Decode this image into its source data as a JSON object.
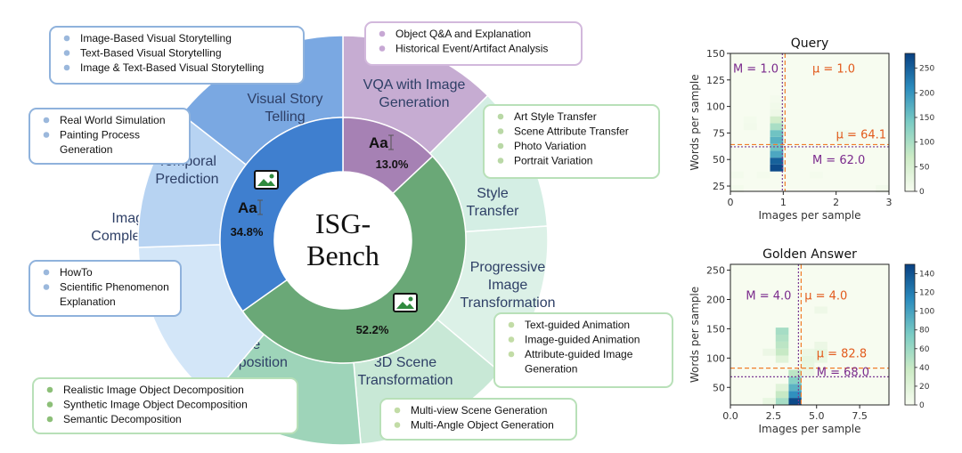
{
  "center_title": [
    "ISG-",
    "Bench"
  ],
  "inner_ring": [
    {
      "pct": "34.8%",
      "value": 34.8,
      "color": "#3f7fcf",
      "icon": "text-and-image-icon",
      "glyph": "Aa"
    },
    {
      "pct": "13.0%",
      "value": 13.0,
      "color": "#a681b4",
      "icon": "text-icon",
      "glyph": "Aa"
    },
    {
      "pct": "52.2%",
      "value": 52.2,
      "color": "#6aa877",
      "icon": "image-icon",
      "glyph": ""
    }
  ],
  "outer_ring": [
    {
      "name": "vqa",
      "lines": [
        "VQA with Image",
        "Generation"
      ],
      "color": "#c6acd2"
    },
    {
      "name": "style",
      "lines": [
        "Style",
        "Transfer"
      ],
      "color": "#d4eee4"
    },
    {
      "name": "progressive",
      "lines": [
        "Progressive",
        "Image",
        "Transformation"
      ],
      "color": "#dcf1e7"
    },
    {
      "name": "scene3d",
      "lines": [
        "3D Scene",
        "Transformation"
      ],
      "color": "#c8e8d6"
    },
    {
      "name": "decomposition",
      "lines": [
        "Image",
        "Decomposition"
      ],
      "color": "#9ed4b9"
    },
    {
      "name": "complementation",
      "lines": [
        "Image-Text",
        "Complementation"
      ],
      "color": "#d3e6f8"
    },
    {
      "name": "temporal",
      "lines": [
        "Temporal",
        "Prediction"
      ],
      "color": "#b7d3f2"
    },
    {
      "name": "storytelling",
      "lines": [
        "Visual Story",
        "Telling"
      ],
      "color": "#7aa8e2"
    }
  ],
  "callouts": [
    {
      "name": "storytelling",
      "border": "#8fb2dc",
      "dot": "#9bb8dc",
      "items": [
        "Image-Based Visual Storytelling",
        "Text-Based Visual Storytelling",
        "Image & Text-Based Visual Storytelling"
      ]
    },
    {
      "name": "vqa",
      "border": "#d2b8dc",
      "dot": "#c7a8d4",
      "items": [
        "Object Q&A and Explanation",
        "Historical Event/Artifact Analysis"
      ]
    },
    {
      "name": "temporal",
      "border": "#8fb2dc",
      "dot": "#9bb8dc",
      "items": [
        "Real World Simulation",
        "Painting Process",
        "Generation"
      ]
    },
    {
      "name": "style",
      "border": "#b8e0b8",
      "dot": "#b9d8a6",
      "items": [
        "Art Style Transfer",
        "Scene Attribute Transfer",
        "Photo Variation",
        "Portrait Variation"
      ]
    },
    {
      "name": "complementation",
      "border": "#8fb2dc",
      "dot": "#9bb8dc",
      "items": [
        "HowTo",
        "Scientific Phenomenon",
        "Explanation"
      ]
    },
    {
      "name": "progressive",
      "border": "#b8e0b8",
      "dot": "#c2dca6",
      "items": [
        "Text-guided Animation",
        "Image-guided Animation",
        "Attribute-guided Image",
        "Generation"
      ]
    },
    {
      "name": "decomposition",
      "border": "#b8e0b8",
      "dot": "#8cbf78",
      "items": [
        "Realistic Image Object Decomposition",
        "Synthetic Image Object Decomposition",
        "Semantic Decomposition"
      ]
    },
    {
      "name": "scene3d",
      "border": "#b8e0b8",
      "dot": "#c2dca6",
      "items": [
        "Multi-view Scene Generation",
        "Multi-Angle Object Generation"
      ]
    }
  ],
  "chart_data": [
    {
      "type": "heatmap",
      "title": "Query",
      "xlabel": "Images per sample",
      "ylabel": "Words per sample",
      "xlim": [
        0,
        3
      ],
      "ylim": [
        20,
        150
      ],
      "xticks": [
        0,
        1,
        2,
        3
      ],
      "yticks": [
        25,
        50,
        75,
        100,
        125,
        150
      ],
      "colorbar_ticks": [
        0,
        50,
        100,
        150,
        200,
        250
      ],
      "vmax": 280,
      "cell_width": 0.25,
      "cell_height": 6.5,
      "cells": [
        {
          "x": 0.875,
          "y": 42,
          "v": 270
        },
        {
          "x": 0.875,
          "y": 48.5,
          "v": 250
        },
        {
          "x": 0.875,
          "y": 55,
          "v": 180
        },
        {
          "x": 0.875,
          "y": 61.5,
          "v": 150
        },
        {
          "x": 0.875,
          "y": 68,
          "v": 170
        },
        {
          "x": 0.875,
          "y": 74.5,
          "v": 150
        },
        {
          "x": 0.875,
          "y": 81,
          "v": 100
        },
        {
          "x": 0.875,
          "y": 87.5,
          "v": 60
        },
        {
          "x": 0.875,
          "y": 94,
          "v": 15
        },
        {
          "x": 0.875,
          "y": 100.5,
          "v": 10
        },
        {
          "x": 0.875,
          "y": 107,
          "v": 5
        },
        {
          "x": 0.375,
          "y": 81,
          "v": 8
        },
        {
          "x": 0.375,
          "y": 87.5,
          "v": 6
        },
        {
          "x": 0.125,
          "y": 35.5,
          "v": 6
        },
        {
          "x": 0.125,
          "y": 22.5,
          "v": 6
        },
        {
          "x": 0.625,
          "y": 35.5,
          "v": 5
        },
        {
          "x": 1.625,
          "y": 35.5,
          "v": 5
        },
        {
          "x": 2.125,
          "y": 68,
          "v": 12
        },
        {
          "x": 2.125,
          "y": 74.5,
          "v": 10
        },
        {
          "x": 2.875,
          "y": 22.5,
          "v": 8
        }
      ],
      "lines": [
        {
          "axis": "v",
          "value": 1.0,
          "kind": "median"
        },
        {
          "axis": "v",
          "value": 1.0,
          "kind": "mean"
        },
        {
          "axis": "h",
          "value": 62.0,
          "kind": "median"
        },
        {
          "axis": "h",
          "value": 64.1,
          "kind": "mean"
        }
      ],
      "annotations": [
        {
          "text": "M = 1.0",
          "kind": "median",
          "x": 0.05,
          "y": 132
        },
        {
          "text": "μ = 1.0",
          "kind": "mean",
          "x": 1.55,
          "y": 132
        },
        {
          "text": "μ = 64.1",
          "kind": "mean",
          "x": 2.0,
          "y": 70
        },
        {
          "text": "M = 62.0",
          "kind": "median",
          "x": 1.55,
          "y": 46
        }
      ]
    },
    {
      "type": "heatmap",
      "title": "Golden Answer",
      "xlabel": "Images per sample",
      "ylabel": "Words per sample",
      "xlim": [
        0,
        9.2
      ],
      "ylim": [
        20,
        260
      ],
      "xticks": [
        0.0,
        2.5,
        5.0,
        7.5
      ],
      "xtick_labels": [
        "0.0",
        "2.5",
        "5.0",
        "7.5"
      ],
      "yticks": [
        50,
        100,
        150,
        200,
        250
      ],
      "colorbar_ticks": [
        0,
        20,
        40,
        60,
        80,
        100,
        120,
        140
      ],
      "vmax": 150,
      "cell_width": 0.75,
      "cell_height": 12,
      "cells": [
        {
          "x": 3.75,
          "y": 26,
          "v": 145
        },
        {
          "x": 3.75,
          "y": 38,
          "v": 110
        },
        {
          "x": 3.75,
          "y": 50,
          "v": 90
        },
        {
          "x": 3.75,
          "y": 62,
          "v": 70
        },
        {
          "x": 3.75,
          "y": 74,
          "v": 45
        },
        {
          "x": 3.0,
          "y": 26,
          "v": 55
        },
        {
          "x": 3.0,
          "y": 38,
          "v": 40
        },
        {
          "x": 3.0,
          "y": 50,
          "v": 20
        },
        {
          "x": 3.0,
          "y": 110,
          "v": 40
        },
        {
          "x": 3.0,
          "y": 122,
          "v": 45
        },
        {
          "x": 3.0,
          "y": 134,
          "v": 50
        },
        {
          "x": 3.0,
          "y": 146,
          "v": 55
        },
        {
          "x": 3.0,
          "y": 98,
          "v": 20
        },
        {
          "x": 2.25,
          "y": 26,
          "v": 12
        },
        {
          "x": 2.25,
          "y": 110,
          "v": 10
        },
        {
          "x": 4.5,
          "y": 74,
          "v": 10
        },
        {
          "x": 4.5,
          "y": 86,
          "v": 12
        },
        {
          "x": 4.5,
          "y": 98,
          "v": 14
        },
        {
          "x": 4.5,
          "y": 110,
          "v": 10
        },
        {
          "x": 5.25,
          "y": 98,
          "v": 12
        },
        {
          "x": 5.25,
          "y": 110,
          "v": 14
        },
        {
          "x": 5.25,
          "y": 122,
          "v": 10
        },
        {
          "x": 5.25,
          "y": 182,
          "v": 8
        }
      ],
      "lines": [
        {
          "axis": "v",
          "value": 4.0,
          "kind": "median"
        },
        {
          "axis": "v",
          "value": 4.0,
          "kind": "mean"
        },
        {
          "axis": "h",
          "value": 68.0,
          "kind": "median"
        },
        {
          "axis": "h",
          "value": 82.8,
          "kind": "mean"
        }
      ],
      "annotations": [
        {
          "text": "M = 4.0",
          "kind": "median",
          "x": 0.9,
          "y": 200
        },
        {
          "text": "μ = 4.0",
          "kind": "mean",
          "x": 4.3,
          "y": 200
        },
        {
          "text": "μ = 82.8",
          "kind": "mean",
          "x": 5.0,
          "y": 101
        },
        {
          "text": "M = 68.0",
          "kind": "median",
          "x": 5.0,
          "y": 69
        }
      ]
    }
  ]
}
